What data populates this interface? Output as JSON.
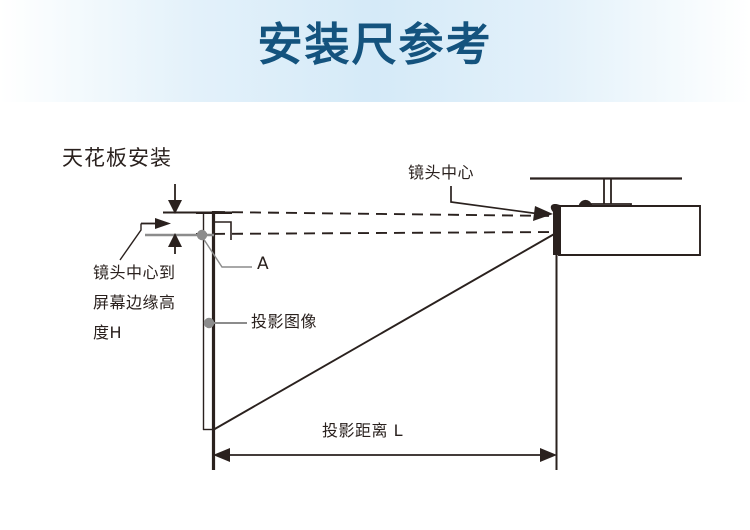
{
  "header": {
    "title": "安装尺参考",
    "title_color": "#14537e",
    "banner_color": "#d5eaf8"
  },
  "diagram": {
    "type": "projector-installation-dimension-diagram",
    "line_color": "#2a211e",
    "accent_gray": "#8c8c8c",
    "labels": {
      "ceiling_mount": "天花板安装",
      "lens_height_line1": "镜头中心到",
      "lens_height_line2": "屏幕边缘高",
      "lens_height_line3": "度H",
      "angle_a": "A",
      "projected_image": "投影图像",
      "lens_center": "镜头中心",
      "projection_distance": "投影距离  L"
    },
    "icons": {
      "projector": "projector-icon",
      "ceiling": "ceiling-line-icon",
      "mount_pole": "ceiling-mount-pole-icon",
      "lens": "lens-icon",
      "screen": "screen-icon",
      "dimension_arrow_vertical": "vertical-dimension-arrow-icon",
      "dimension_arrow_horizontal": "horizontal-dimension-arrow-icon",
      "dot_marker": "dot-marker-icon",
      "leader_line": "leader-line-icon",
      "beam_dashed": "dashed-beam-line-icon",
      "beam_solid": "solid-beam-line-icon"
    }
  }
}
